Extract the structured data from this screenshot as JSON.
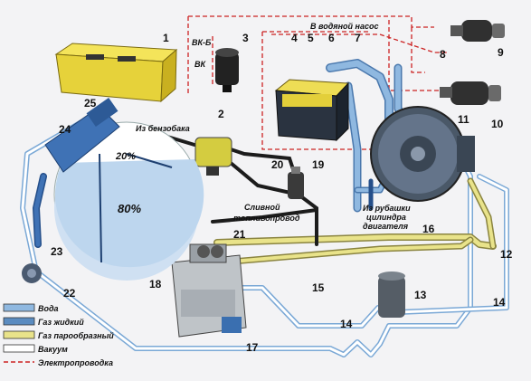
{
  "labels": {
    "from_tank": "Из бензобака",
    "to_pump": "В водяной насос",
    "vk_b": "ВК-Б",
    "vk": "ВК",
    "drain_line": "Сливной",
    "drain_line_2": "топливопровод",
    "jacket_1": "Из рубашки",
    "jacket_2": "цилиндра",
    "jacket_3": "двигателя",
    "pct_20": "20%",
    "pct_80": "80%"
  },
  "numbers": [
    "1",
    "2",
    "3",
    "4",
    "5",
    "6",
    "7",
    "8",
    "9",
    "10",
    "11",
    "12",
    "13",
    "14",
    "14",
    "15",
    "16",
    "17",
    "18",
    "19",
    "20",
    "21",
    "22",
    "23",
    "24",
    "25"
  ],
  "legend": [
    {
      "label": "Вода",
      "color": "#8fb8e0"
    },
    {
      "label": "Газ жидкий",
      "color": "#5b8cc0"
    },
    {
      "label": "Газ парообразный",
      "color": "#e9e38a"
    },
    {
      "label": "Вакуум",
      "color": "#ffffff"
    },
    {
      "label": "Электропроводка",
      "color": "#cc2222"
    }
  ]
}
